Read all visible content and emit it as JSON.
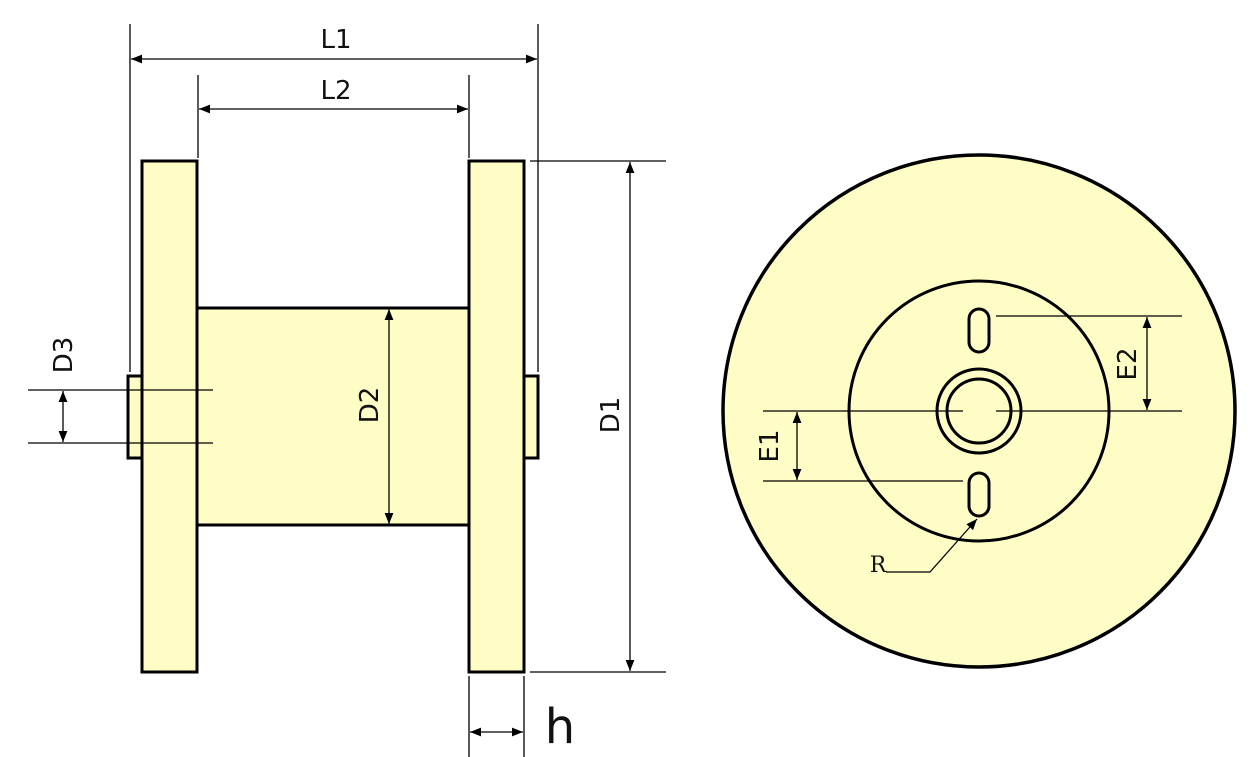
{
  "colors": {
    "fill": "#FFFDC6",
    "stroke": "#000000",
    "background": "#FFFFFF"
  },
  "labels": {
    "L1": "L1",
    "L2": "L2",
    "D1": "D1",
    "D2": "D2",
    "D3": "D3",
    "h": "h",
    "E1": "E1",
    "E2": "E2",
    "R": "R"
  }
}
